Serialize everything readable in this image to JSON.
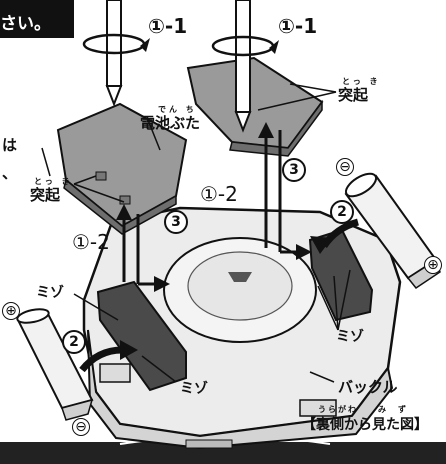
{
  "header": {
    "text": "さい。"
  },
  "steps": {
    "step_1_1": "①-1",
    "step_1_2": "①-2",
    "step_2": "2",
    "step_3": "3"
  },
  "labels": {
    "battery_cover": "電池ぶた",
    "battery_cover_ruby": "でん ち",
    "protrusion": "突起",
    "protrusion_ruby": "とっ き",
    "groove": "ミゾ",
    "buckle": "バックル",
    "view_caption": "【裏側から見た図】",
    "view_caption_ruby": "うらがわ　　み　ず",
    "left_partial_1": "は",
    "left_partial_2": "、"
  },
  "battery_polarity": {
    "plus": "⊕",
    "minus": "⊖"
  },
  "colors": {
    "header_bg": "#111111",
    "header_text": "#ffffff",
    "cover_fill": "#9a9a9a",
    "battery_fill": "#f2f2f2",
    "buckle_fill": "#eeeeee",
    "cavity_fill": "#4a4a4a",
    "bottom_band": "#222222"
  }
}
